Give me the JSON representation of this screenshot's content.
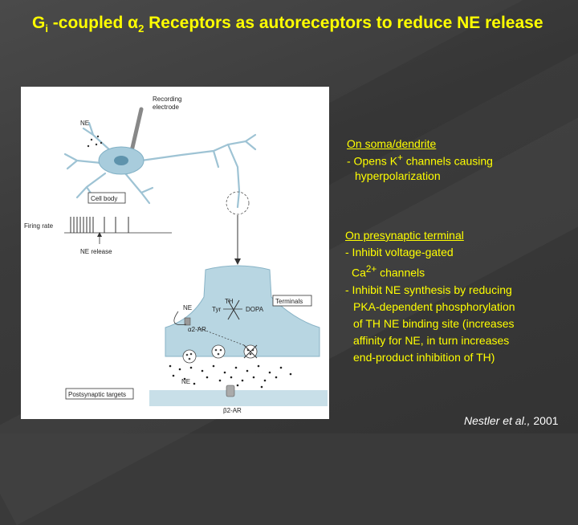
{
  "title": {
    "part1": "G",
    "sub1": "i",
    "part2": " -coupled ",
    "alpha": "α",
    "sub2": "2",
    "part3": " Receptors as autoreceptors to reduce NE release"
  },
  "figure": {
    "recording": "Recording",
    "electrode": "electrode",
    "ne_top": "NE",
    "cell_body": "Cell body",
    "firing_rate": "Firing rate",
    "ne_release": "NE release",
    "terminals": "Terminals",
    "th": "TH",
    "tyr": "Tyr",
    "dopa": "DOPA",
    "ne_terminal": "NE",
    "a2ar": "α2-AR",
    "ne_cleft": "NE",
    "postsynaptic": "Postsynaptic targets",
    "b2ar": "β2-AR"
  },
  "soma": {
    "heading": "On soma/dendrite",
    "line1": "- Opens K",
    "line1_sup": "+",
    "line1_rest": " channels causing",
    "line2": "hyperpolarization"
  },
  "presynaptic": {
    "heading": "On presynaptic terminal",
    "line1": "- Inhibit voltage-gated",
    "line2": "Ca",
    "line2_sup": "2+",
    "line2_rest": " channels",
    "line3": "- Inhibit NE synthesis by reducing",
    "line4": "PKA-dependent phosphorylation",
    "line5": "of TH NE binding site (increases",
    "line6": "affinity for NE, in turn increases",
    "line7": "end-product inhibition of TH)"
  },
  "citation": {
    "author": "Nestler et al., ",
    "year": "2001"
  }
}
